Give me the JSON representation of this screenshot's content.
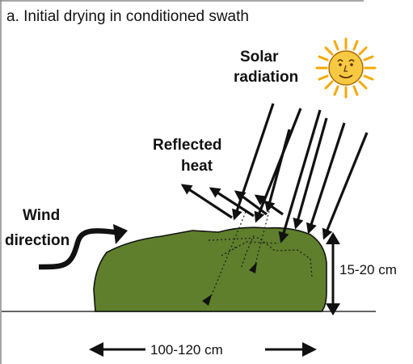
{
  "title": "a. Initial drying in conditioned swath",
  "labels": {
    "solar_line1": "Solar",
    "solar_line2": "radiation",
    "reflected_line1": "Reflected",
    "reflected_line2": "heat",
    "wind_line1": "Wind",
    "wind_line2": "direction",
    "height": "15-20 cm",
    "width": "100-120 cm"
  },
  "colors": {
    "swath": "#5f7f2c",
    "swath_outline": "#111111",
    "sun_rays": "#f5a800",
    "sun_face": "#f7c942",
    "border": "#888888"
  },
  "icons": {
    "sun": "sun-face-icon"
  }
}
